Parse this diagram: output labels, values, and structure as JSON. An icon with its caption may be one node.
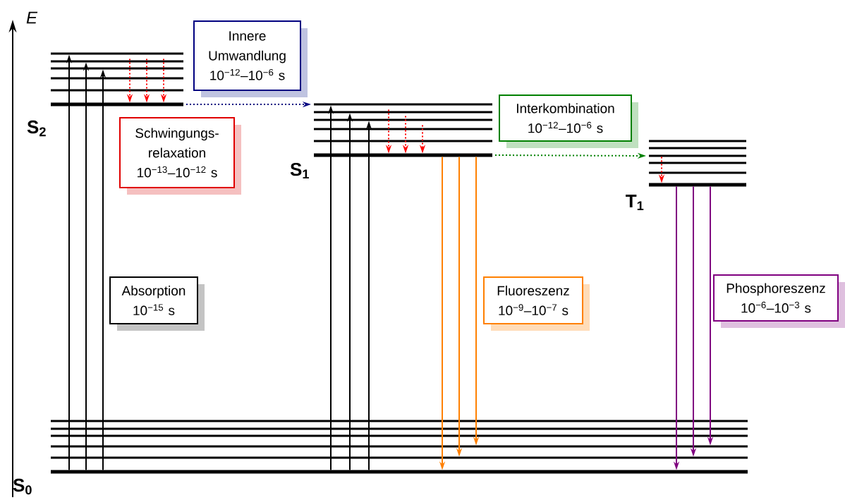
{
  "diagram": {
    "nodes": [
      {
        "text": [],
        "shape": "bar"
      },
      {
        "text": [],
        "shape": "bar"
      },
      {
        "text": [],
        "shape": "bar"
      },
      {
        "text": [],
        "shape": "bar"
      },
      {
        "text": [],
        "shape": "bar"
      },
      {
        "text": [],
        "shape": "bar"
      },
      {
        "text": [],
        "shape": "bar"
      },
      {
        "text": [],
        "shape": "bar"
      },
      {
        "text": [],
        "shape": "bar"
      },
      {
        "text": [],
        "shape": "bar"
      },
      {
        "text": [],
        "shape": "bar"
      },
      {
        "text": [],
        "shape": "bar"
      },
      {
        "text": [],
        "shape": "bar"
      },
      {
        "text": [],
        "shape": "bar"
      },
      {
        "text": [],
        "shape": "bar"
      },
      {
        "text": [],
        "shape": "bar"
      },
      {
        "text": [],
        "shape": "bar"
      },
      {
        "text": [],
        "shape": "bar"
      },
      {
        "text": [],
        "shape": "bar"
      },
      {
        "text": [],
        "shape": "bar"
      },
      {
        "text": [],
        "shape": "bar"
      },
      {
        "text": [],
        "shape": "bar"
      },
      {
        "text": [],
        "shape": "bar"
      },
      {
        "text": [],
        "shape": "bar"
      },
      {
        "text": [
          "Innere Umwandlung",
          "10$^{−12}$–10$^{−6}$ s"
        ]
      },
      {
        "text": [
          "Schwingungs- relaxation",
          "10$^{−13}$–10$^{−12}$ s"
        ]
      },
      {
        "text": [
          "Absorption",
          "10$^{−15}$ s"
        ]
      },
      {
        "text": [
          "Interkombination",
          "10$^{−12}$–10$^{−6}$ s"
        ]
      },
      {
        "text": [
          "Fluoreszenz",
          "10$^{−9}$–10$^{−7}$ s"
        ]
      },
      {
        "text": [
          "Phosphoreszenz",
          "10$^{−6}$–10$^{−3}$ s"
        ]
      }
    ],
    "edges": [
      {
        "from": 23,
        "to": 0,
        "arrow": "to",
        "color": "#000000"
      },
      {
        "from": 23,
        "to": 1,
        "arrow": "to",
        "color": "#000000"
      },
      {
        "from": 23,
        "to": 2,
        "arrow": "to",
        "color": "#000000"
      },
      {
        "from": 23,
        "to": 6,
        "arrow": "to",
        "color": "#000000"
      },
      {
        "from": 23,
        "to": 7,
        "arrow": "to",
        "color": "#000000"
      },
      {
        "from": 23,
        "to": 8,
        "arrow": "to",
        "color": "#000000"
      },
      {
        "from": 0,
        "to": 5,
        "arrow": "to",
        "style": "dashed",
        "color": "#ff0000"
      },
      {
        "from": 0,
        "to": 5,
        "arrow": "to",
        "style": "dashed",
        "color": "#ff0000"
      },
      {
        "from": 0,
        "to": 5,
        "arrow": "to",
        "style": "dashed",
        "color": "#ff0000"
      },
      {
        "from": 5,
        "to": 6,
        "arrow": "to",
        "style": "dashed",
        "color": "#000080"
      },
      {
        "from": 6,
        "to": 11,
        "arrow": "to",
        "style": "dashed",
        "color": "#ff0000"
      },
      {
        "from": 7,
        "to": 11,
        "arrow": "to",
        "style": "dashed",
        "color": "#ff0000"
      },
      {
        "from": 8,
        "to": 11,
        "arrow": "to",
        "style": "dashed",
        "color": "#ff0000"
      },
      {
        "from": 11,
        "to": 14,
        "arrow": "to",
        "style": "dashed",
        "color": "#008000"
      },
      {
        "from": 14,
        "to": 17,
        "arrow": "to",
        "style": "dashed",
        "color": "#ff0000"
      },
      {
        "from": 11,
        "to": 23,
        "arrow": "to",
        "color": "#ff8000"
      },
      {
        "from": 11,
        "to": 22,
        "arrow": "to",
        "color": "#ff8000"
      },
      {
        "from": 11,
        "to": 21,
        "arrow": "to",
        "color": "#ff8000"
      },
      {
        "from": 17,
        "to": 23,
        "arrow": "to",
        "color": "#800080"
      },
      {
        "from": 17,
        "to": 22,
        "arrow": "to",
        "color": "#800080"
      },
      {
        "from": 17,
        "to": 21,
        "arrow": "to",
        "color": "#800080"
      }
    ],
    "labels": [
      "E",
      "S$_{2}$",
      "S$_{1}$",
      "T$_{1}$",
      "S$_{0}$"
    ]
  }
}
